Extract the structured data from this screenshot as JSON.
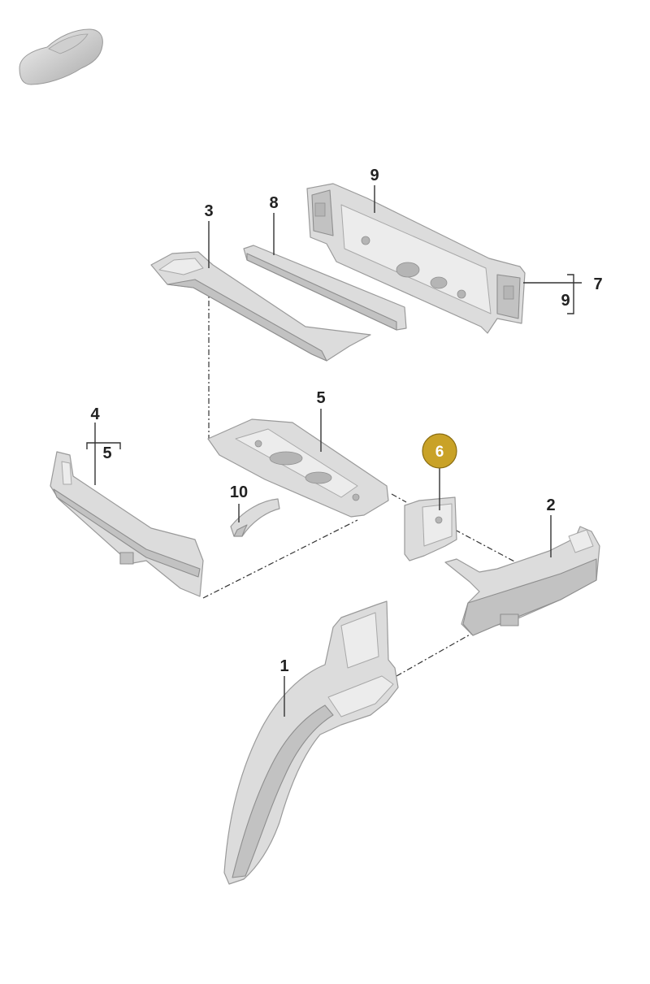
{
  "icons": {
    "car": "car-silhouette-icon"
  },
  "colors": {
    "highlight": "#c9a227",
    "part": "#dcdcdc",
    "line": "#333333"
  },
  "callouts": [
    {
      "id": "c1",
      "label": "1",
      "highlighted": false
    },
    {
      "id": "c2",
      "label": "2",
      "highlighted": false
    },
    {
      "id": "c3",
      "label": "3",
      "highlighted": false
    },
    {
      "id": "c4",
      "label": "4",
      "highlighted": false
    },
    {
      "id": "c4b",
      "label": "5",
      "highlighted": false
    },
    {
      "id": "c5",
      "label": "5",
      "highlighted": false
    },
    {
      "id": "c6",
      "label": "6",
      "highlighted": true
    },
    {
      "id": "c7",
      "label": "7",
      "highlighted": false
    },
    {
      "id": "c7b",
      "label": "9",
      "highlighted": false
    },
    {
      "id": "c8",
      "label": "8",
      "highlighted": false
    },
    {
      "id": "c9",
      "label": "9",
      "highlighted": false
    },
    {
      "id": "c10",
      "label": "10",
      "highlighted": false
    }
  ]
}
